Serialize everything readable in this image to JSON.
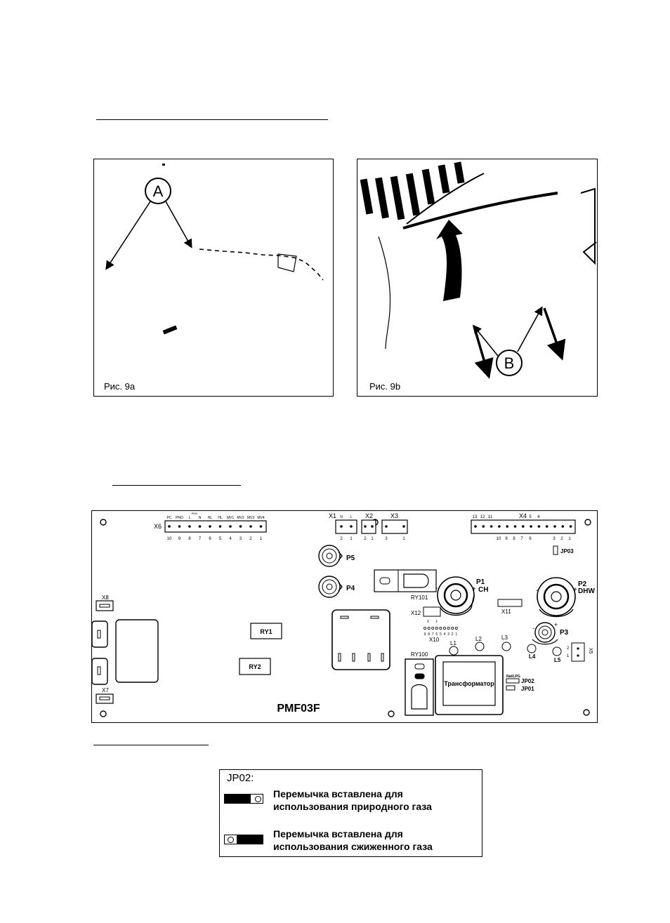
{
  "figure_a": {
    "caption": "Рис. 9a",
    "callout": "A"
  },
  "figure_b": {
    "caption": "Рис. 9b",
    "callout": "B"
  },
  "board": {
    "model": "PMF03F",
    "x6": {
      "label": "X6",
      "pin_names": [
        "PC",
        "PNO",
        "L",
        "N",
        "HL",
        "HL",
        "MV1",
        "MV2",
        "MV3",
        "MV4"
      ],
      "sub_label": "PMV",
      "pin_numbers": [
        "10",
        "9",
        "8",
        "7",
        "6",
        "5",
        "4",
        "3",
        "2",
        "1"
      ]
    },
    "x1": {
      "label": "X1",
      "pin_names": [
        "N",
        "L"
      ],
      "pin_numbers": [
        "2",
        "1"
      ]
    },
    "x2": {
      "label": "X2",
      "pin_numbers": [
        "2",
        "1"
      ]
    },
    "x3": {
      "label": "X3",
      "pin_numbers": [
        "3",
        "1"
      ]
    },
    "x4": {
      "label": "X4",
      "top_numbers": [
        "13",
        "12",
        "11",
        "5",
        "4"
      ],
      "bottom_numbers": [
        "10",
        "9",
        "8",
        "7",
        "6",
        "3",
        "2",
        "1"
      ]
    },
    "x5": {
      "label": "X5",
      "pin_numbers": [
        "2",
        "1"
      ]
    },
    "x7": "X7",
    "x8": "X8",
    "x10": {
      "label": "X10",
      "pin_numbers": [
        "9",
        "8",
        "7",
        "6",
        "5",
        "4",
        "3",
        "2",
        "1"
      ]
    },
    "x11": "X11",
    "x12": {
      "label": "X12",
      "pin_numbers": [
        "2",
        "1"
      ]
    },
    "jp01": "JP01",
    "jp02": "JP02",
    "jp03": "JP03",
    "nat_lpg": "Nat/LPG",
    "p1": "P1",
    "p1_sub": "CH",
    "p2": "P2",
    "p2_sub": "DHW",
    "p3": "P3",
    "p4": "P4",
    "p5": "P5",
    "ry1": "RY1",
    "ry2": "RY2",
    "ry100": "RY100",
    "ry101": "RY101",
    "l1": "L1",
    "l2": "L2",
    "l3": "L3",
    "l4": "L4",
    "l5": "L5",
    "transformer": "Трансформатор",
    "minus": "-",
    "plus": "+"
  },
  "legend": {
    "title": "JP02:",
    "natural_gas": {
      "line1": "Перемычка вставлена для",
      "line2": "использования природного газа"
    },
    "lpg": {
      "line1": "Перемычка вставлена для",
      "line2": "использования сжиженного газа"
    }
  }
}
